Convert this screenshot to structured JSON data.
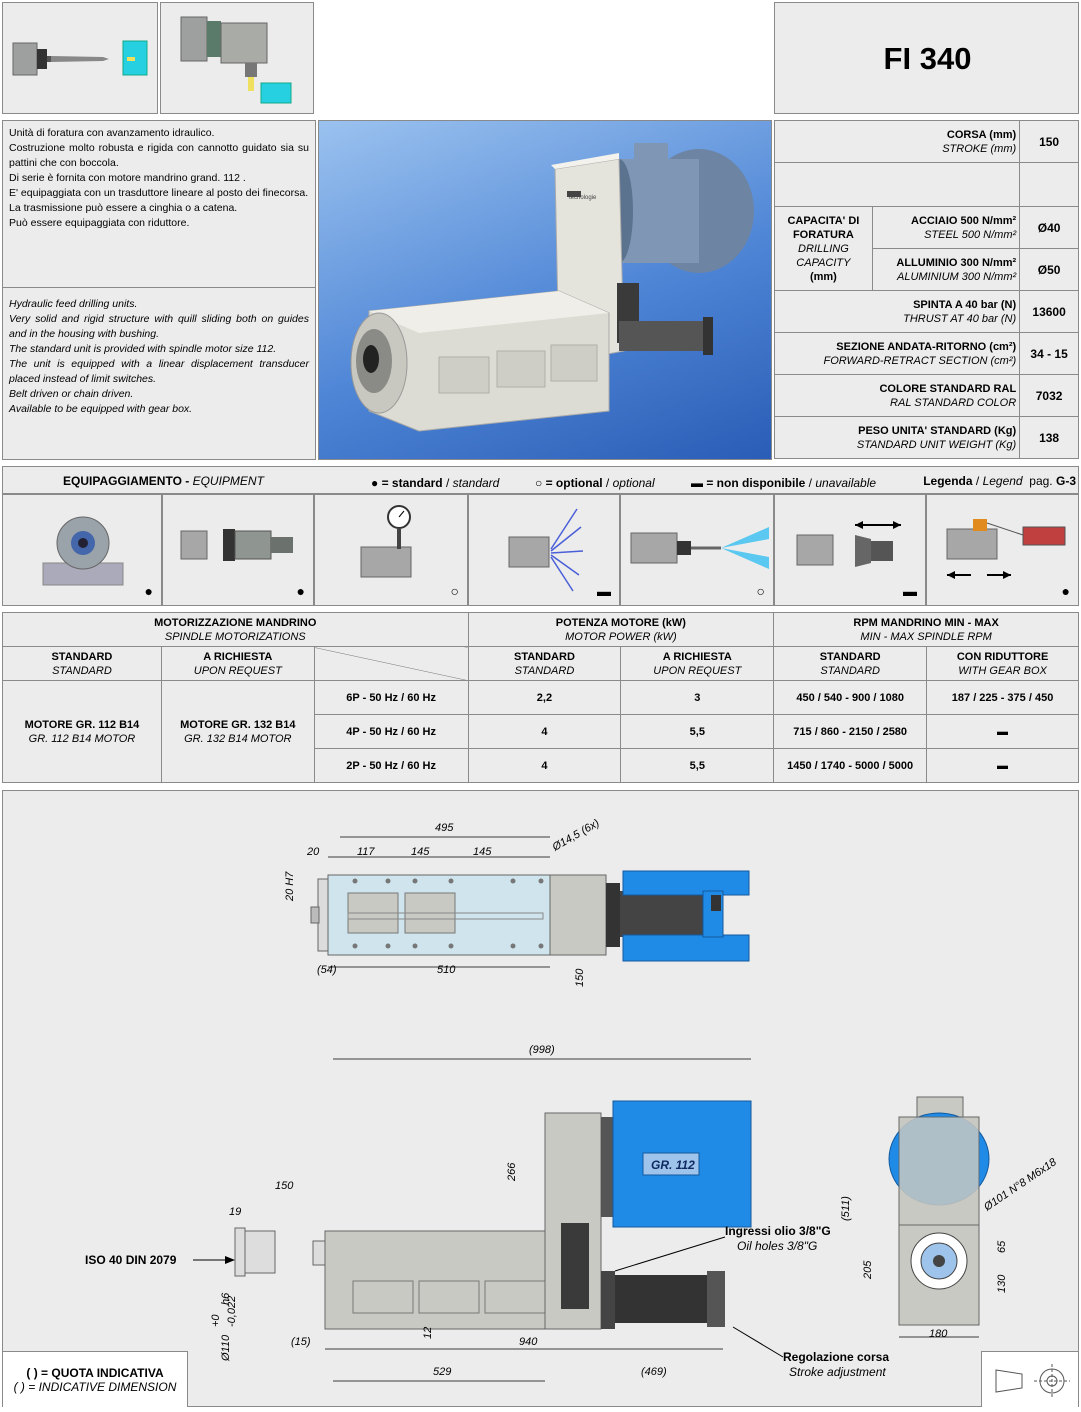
{
  "header": {
    "model": "FI 340"
  },
  "description": {
    "it": [
      "Unità di foratura con avanzamento idraulico.",
      "Costruzione molto robusta e rigida con cannotto guidato sia su pattini che con boccola.",
      "Di serie è fornita con motore mandrino grand. 112 .",
      "E' equipaggiata con un trasduttore lineare al posto dei finecorsa.",
      "La trasmissione può essere a cinghia o a catena.",
      "Può essere equipaggiata con riduttore."
    ],
    "en": [
      "Hydraulic feed drilling units.",
      "Very solid and rigid structure with quill sliding both on guides and in the housing with bushing.",
      "The standard unit is provided with spindle motor size 112.",
      "The unit is equipped with a linear displacement transducer placed instead of limit switches.",
      "Belt driven or chain driven.",
      "Available to be equipped with gear box."
    ]
  },
  "photo": {
    "label": "tecnologie"
  },
  "specs": {
    "stroke": {
      "it": "CORSA (mm)",
      "en": "STROKE (mm)",
      "value": "150"
    },
    "capacity": {
      "it": "CAPACITA' DI FORATURA",
      "en": "DRILLING CAPACITY",
      "unit": "(mm)"
    },
    "steel": {
      "it": "ACCIAIO 500 N/mm²",
      "en": "STEEL 500 N/mm²",
      "value": "Ø40"
    },
    "alu": {
      "it": "ALLUMINIO 300 N/mm²",
      "en": "ALUMINIUM 300 N/mm²",
      "value": "Ø50"
    },
    "thrust": {
      "it": "SPINTA A 40 bar (N)",
      "en": "THRUST AT 40 bar (N)",
      "value": "13600"
    },
    "section": {
      "it": "SEZIONE ANDATA-RITORNO (cm²)",
      "en": "FORWARD-RETRACT SECTION (cm²)",
      "value": "34 - 15"
    },
    "color": {
      "it": "COLORE STANDARD RAL",
      "en": "RAL STANDARD COLOR",
      "value": "7032"
    },
    "weight": {
      "it": "PESO UNITA' STANDARD (Kg)",
      "en": "STANDARD UNIT WEIGHT (Kg)",
      "value": "138"
    }
  },
  "equipment": {
    "title_it": "EQUIPAGGIAMENTO - ",
    "title_en": "EQUIPMENT",
    "legend": {
      "std_sym": "●",
      "std_it": "= standard",
      "std_en": "standard",
      "opt_sym": "○",
      "opt_it": "= optional",
      "opt_en": "optional",
      "na_sym": "▬",
      "na_it": "= non disponibile",
      "na_en": "unavailable",
      "ref_it": "Legenda",
      "ref_en": "Legend",
      "ref_page": "pag.",
      "ref_code": "G-3"
    },
    "items": [
      {
        "symbol": "●"
      },
      {
        "symbol": "●"
      },
      {
        "symbol": "○"
      },
      {
        "symbol": "▬"
      },
      {
        "symbol": "○"
      },
      {
        "symbol": "▬"
      },
      {
        "symbol": "●"
      }
    ]
  },
  "motor_table": {
    "h_motor_it": "MOTORIZZAZIONE MANDRINO",
    "h_motor_en": "SPINDLE MOTORIZATIONS",
    "h_power_it": "POTENZA MOTORE (kW)",
    "h_power_en": "MOTOR POWER (kW)",
    "h_rpm_it": "RPM MANDRINO MIN - MAX",
    "h_rpm_en": "MIN - MAX SPINDLE RPM",
    "std_it": "STANDARD",
    "std_en": "STANDARD",
    "req_it": "A RICHIESTA",
    "req_en": "UPON REQUEST",
    "gear_it": "CON RIDUTTORE",
    "gear_en": "WITH GEAR BOX",
    "motor_std_it": "MOTORE  GR. 112  B14",
    "motor_std_en": "GR. 112  B14  MOTOR",
    "motor_req_it": "MOTORE  GR. 132  B14",
    "motor_req_en": "GR. 132  B14  MOTOR",
    "rows": [
      {
        "poles": "6P - 50 Hz / 60 Hz",
        "p_std": "2,2",
        "p_req": "3",
        "rpm_std": "450 / 540 - 900 / 1080",
        "rpm_gear": "187 / 225 - 375 / 450"
      },
      {
        "poles": "4P - 50 Hz / 60 Hz",
        "p_std": "4",
        "p_req": "5,5",
        "rpm_std": "715 / 860 - 2150 / 2580",
        "rpm_gear": "▬"
      },
      {
        "poles": "2P - 50 Hz / 60 Hz",
        "p_std": "4",
        "p_req": "5,5",
        "rpm_std": "1450 / 1740 - 5000 / 5000",
        "rpm_gear": "▬"
      }
    ]
  },
  "drawing": {
    "top": {
      "d495": "495",
      "d20": "20",
      "d117": "117",
      "d145a": "145",
      "d145b": "145",
      "holes": "Ø14,5 (6x)",
      "h7": "20 H7",
      "d54": "(54)",
      "d510": "510",
      "d150": "150"
    },
    "side": {
      "d998": "(998)",
      "d529": "529",
      "d469": "(469)",
      "d266": "266",
      "d150": "150",
      "d19": "19",
      "iso": "ISO 40 DIN 2079",
      "dia110": "Ø110",
      "tol_up": "+0",
      "tol_dn": "-0,022",
      "h6": "h6",
      "d15": "(15)",
      "d12": "12",
      "d940": "940",
      "motor": "GR. 112",
      "oil_it": "Ingressi olio 3/8\"G",
      "oil_en": "Oil holes 3/8\"G",
      "stroke_it": "Regolazione corsa",
      "stroke_en": "Stroke adjustment"
    },
    "front": {
      "d511": "(511)",
      "d205": "205",
      "d65": "65",
      "d130": "130",
      "d180": "180",
      "bolt": "Ø101 N°8 M6x18"
    },
    "note_it": "( ) = QUOTA INDICATIVA",
    "note_en": "( ) = INDICATIVE DIMENSION"
  },
  "colors": {
    "panel": "#ececec",
    "border": "#8a8a8a",
    "motor_blue": "#1f8be6",
    "body_grey": "#c9c9c3",
    "photo_blue": "#3c6fc4"
  }
}
